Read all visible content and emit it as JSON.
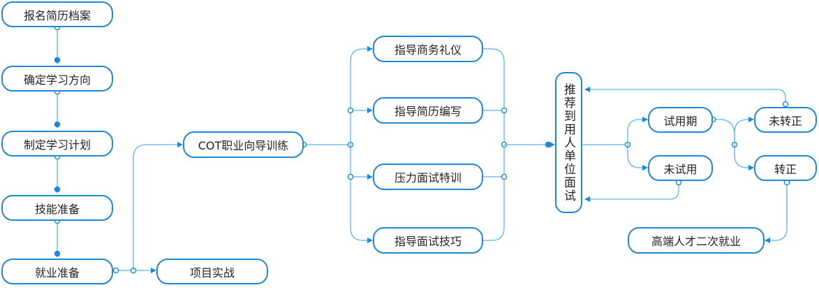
{
  "nodes": {
    "signup": "报名简历档案",
    "direction": "确定学习方向",
    "plan": "制定学习计划",
    "skills": "技能准备",
    "employment": "就业准备",
    "project": "项目实战",
    "cot": "COT职业向导训练",
    "etiquette": "指导商务礼仪",
    "resume": "指导简历编写",
    "pressure": "压力面试特训",
    "skills_interview": "指导面试技巧",
    "recommend": "推荐到用人单位面试",
    "trial": "试用期",
    "no_trial": "未试用",
    "not_regular": "未转正",
    "regular": "转正",
    "re_employment": "高端人才二次就业"
  },
  "colors": {
    "accent": "#1e88d6",
    "connector": "#5ab4ee",
    "background": "#ffffff"
  }
}
